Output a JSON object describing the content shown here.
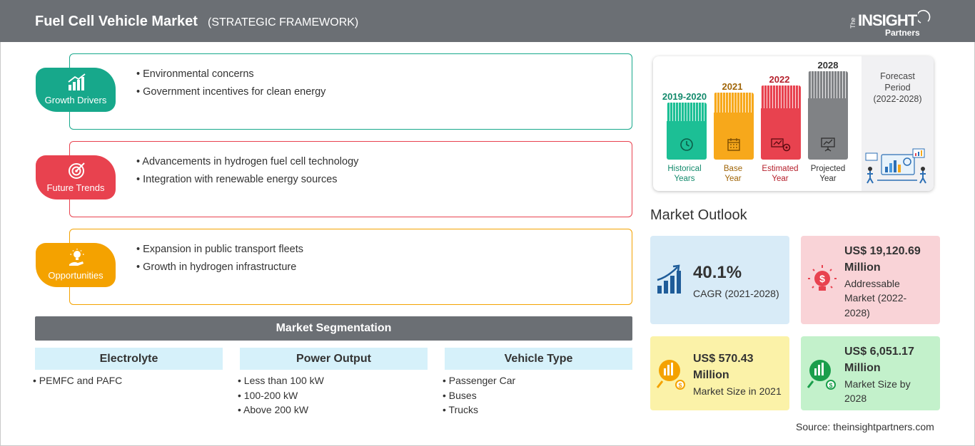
{
  "header": {
    "title": "Fuel Cell Vehicle Market",
    "subtitle": "(STRATEGIC FRAMEWORK)",
    "logo": {
      "the": "The",
      "insight": "INSIGHT",
      "partners": "Partners"
    }
  },
  "framework": [
    {
      "label": "Growth Drivers",
      "icon": "growth-chart-icon",
      "color": "#17a88b",
      "points": [
        "• Environmental concerns",
        "• Government incentives for clean energy"
      ]
    },
    {
      "label": "Future Trends",
      "icon": "target-icon",
      "color": "#e8424f",
      "points": [
        "• Advancements in hydrogen fuel cell technology",
        "• Integration with renewable energy sources"
      ]
    },
    {
      "label": "Opportunities",
      "icon": "lightbulb-hand-icon",
      "color": "#f4a200",
      "points": [
        "• Expansion in public transport fleets",
        "• Growth in hydrogen infrastructure"
      ]
    }
  ],
  "segmentation": {
    "title": "Market Segmentation",
    "columns": [
      {
        "heading": "Electrolyte",
        "items": [
          "• PEMFC and PAFC"
        ]
      },
      {
        "heading": "Power Output",
        "items": [
          "• Less than 100 kW",
          "• 100-200 kW",
          "• Above 200 kW"
        ]
      },
      {
        "heading": "Vehicle Type",
        "items": [
          "• Passenger Car",
          "• Buses",
          "• Trucks"
        ]
      }
    ]
  },
  "timeline": {
    "bars": [
      {
        "year": "2019-2020",
        "line1": "Historical",
        "line2": "Years",
        "color": "#1cbf95",
        "text_color": "#138a6c",
        "icon": "history-clock-icon"
      },
      {
        "year": "2021",
        "line1": "Base",
        "line2": "Year",
        "color": "#f7a81b",
        "text_color": "#a06508",
        "icon": "calendar-icon"
      },
      {
        "year": "2022",
        "line1": "Estimated",
        "line2": "Year",
        "color": "#e8424f",
        "text_color": "#b5202c",
        "icon": "estimate-gear-icon"
      },
      {
        "year": "2028",
        "line1": "Projected",
        "line2": "Year",
        "color": "#808285",
        "text_color": "#333333",
        "icon": "presentation-board-icon"
      }
    ],
    "forecast": {
      "line1": "Forecast",
      "line2": "Period",
      "line3": "(2022-2028)"
    }
  },
  "outlook": {
    "title": "Market Outlook",
    "cagr": {
      "value": "40.1%",
      "label": "CAGR (2021-2028)",
      "bg": "#d8ebf7"
    },
    "addressable": {
      "value": "US$ 19,120.69",
      "value2": "Million",
      "desc1": "Addressable",
      "desc2": "Market (2022-",
      "desc3": "2028)",
      "bg": "#f9d3d7"
    },
    "size2021": {
      "value": "US$ 570.43",
      "value2": "Million",
      "desc": "Market Size in 2021",
      "bg": "#fbf2a8"
    },
    "size2028": {
      "value": "US$ 6,051.17",
      "value2": "Million",
      "desc1": "Market Size by",
      "desc2": "2028",
      "bg": "#c3f1cb"
    }
  },
  "source": "Source: theinsightpartners.com"
}
